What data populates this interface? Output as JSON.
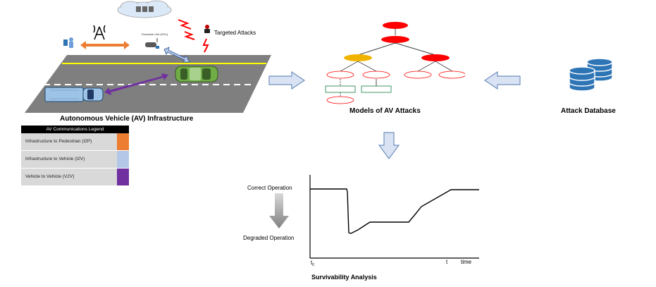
{
  "infrastructure": {
    "caption": "Autonomous Vehicle (AV) Infrastructure",
    "rsu_label": "Roadside Unit (RSU)",
    "targeted_attacks_label": "Targeted Attacks"
  },
  "legend": {
    "title": "AV Communications Legend",
    "items": [
      {
        "label": "Infrastructure to Pedestrian (I2P)",
        "color": "#ed7d31"
      },
      {
        "label": "Infrastructure to Vehicle (I2V)",
        "color": "#b4c7e7"
      },
      {
        "label": "Vehicle to Vehicle (V2V)",
        "color": "#7030a0"
      }
    ]
  },
  "models": {
    "caption": "Models of AV Attacks"
  },
  "database": {
    "caption": "Attack Database"
  },
  "survivability": {
    "caption": "Survivability Analysis",
    "y_top_label": "Correct Operation",
    "y_bottom_label": "Degraded Operation",
    "t0_label": "t",
    "t0_sub": "0",
    "t_label": "t",
    "x_axis_label": "time"
  },
  "colors": {
    "attack_red": "#ff0000",
    "gateway_yellow": "#f0b400",
    "leaf_green": "#2e8b57",
    "arrow_fill": "#dae3f3",
    "arrow_stroke": "#6f8fbf",
    "db_blue": "#2e75b6"
  }
}
